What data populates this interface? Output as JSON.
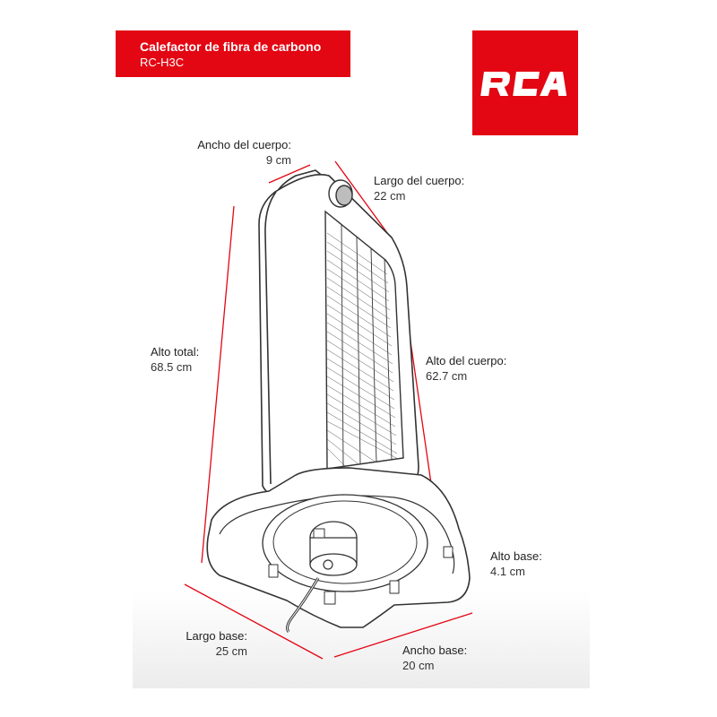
{
  "header": {
    "title": "Calefactor de fibra de carbono",
    "model": "RC-H3C"
  },
  "brand": {
    "logo_text": "RCA",
    "color": "#e30613"
  },
  "dimensions": {
    "ancho_cuerpo": {
      "label": "Ancho del cuerpo:",
      "value": "9 cm"
    },
    "largo_cuerpo": {
      "label": "Largo del cuerpo:",
      "value": "22 cm"
    },
    "alto_total": {
      "label": "Alto total:",
      "value": "68.5 cm"
    },
    "alto_cuerpo": {
      "label": "Alto del cuerpo:",
      "value": "62.7 cm"
    },
    "alto_base": {
      "label": "Alto base:",
      "value": "4.1 cm"
    },
    "largo_base": {
      "label": "Largo base:",
      "value": "25 cm"
    },
    "ancho_base": {
      "label": "Ancho base:",
      "value": "20 cm"
    }
  },
  "colors": {
    "dimension_line": "#e30613",
    "outline": "#333333"
  }
}
